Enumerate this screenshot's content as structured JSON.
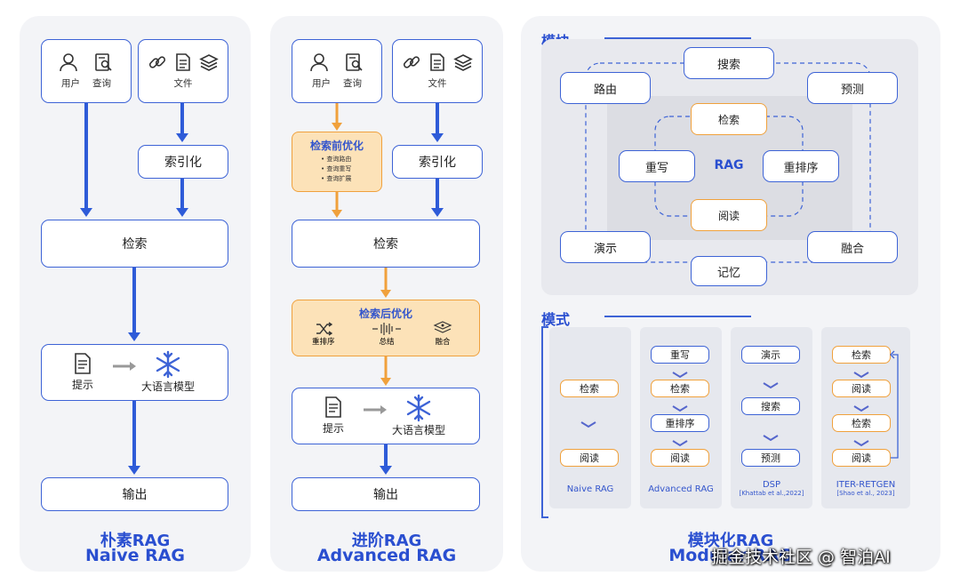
{
  "colors": {
    "blue": "#3d63d6",
    "orange": "#f0a13c",
    "orange_fill": "#fce2b8",
    "panel": "#f3f4f7"
  },
  "naive": {
    "user": "用户",
    "query": "查询",
    "file": "文件",
    "index": "索引化",
    "retrieve": "检索",
    "prompt": "提示",
    "llm": "大语言模型",
    "output": "输出",
    "title_cn": "朴素RAG",
    "title_en": "Naive RAG"
  },
  "advanced": {
    "user": "用户",
    "query": "查询",
    "file": "文件",
    "index": "索引化",
    "pre_title": "检索前优化",
    "pre_items": [
      "查询路由",
      "查询重写",
      "查询扩展"
    ],
    "retrieve": "检索",
    "post_title": "检索后优化",
    "post_items": [
      "重排序",
      "总结",
      "融合"
    ],
    "prompt": "提示",
    "llm": "大语言模型",
    "output": "输出",
    "title_cn": "进阶RAG",
    "title_en": "Advanced RAG"
  },
  "modular": {
    "modules_title": "模块",
    "outer": {
      "search": "搜索",
      "routing": "路由",
      "predict": "预测",
      "demo": "演示",
      "fusion": "融合",
      "memory": "记忆"
    },
    "inner": {
      "retrieve": "检索",
      "rewrite": "重写",
      "center": "RAG",
      "rerank": "重排序",
      "read": "阅读"
    },
    "patterns_title": "模式",
    "patterns": [
      {
        "name": "Naive RAG",
        "sub": "",
        "steps": [
          "检索",
          "阅读"
        ]
      },
      {
        "name": "Advanced RAG",
        "sub": "",
        "steps": [
          "重写",
          "检索",
          "重排序",
          "阅读"
        ]
      },
      {
        "name": "DSP",
        "sub": "[Khattab et al.,2022]",
        "steps": [
          "演示",
          "搜索",
          "预测"
        ]
      },
      {
        "name": "ITER-RETGEN",
        "sub": "[Shao et al., 2023]",
        "steps": [
          "检索",
          "阅读",
          "检索",
          "阅读"
        ]
      }
    ],
    "title_cn": "模块化RAG",
    "title_en": "Modular RAG"
  },
  "watermark": "掘金技术社区 @ 智泊AI"
}
